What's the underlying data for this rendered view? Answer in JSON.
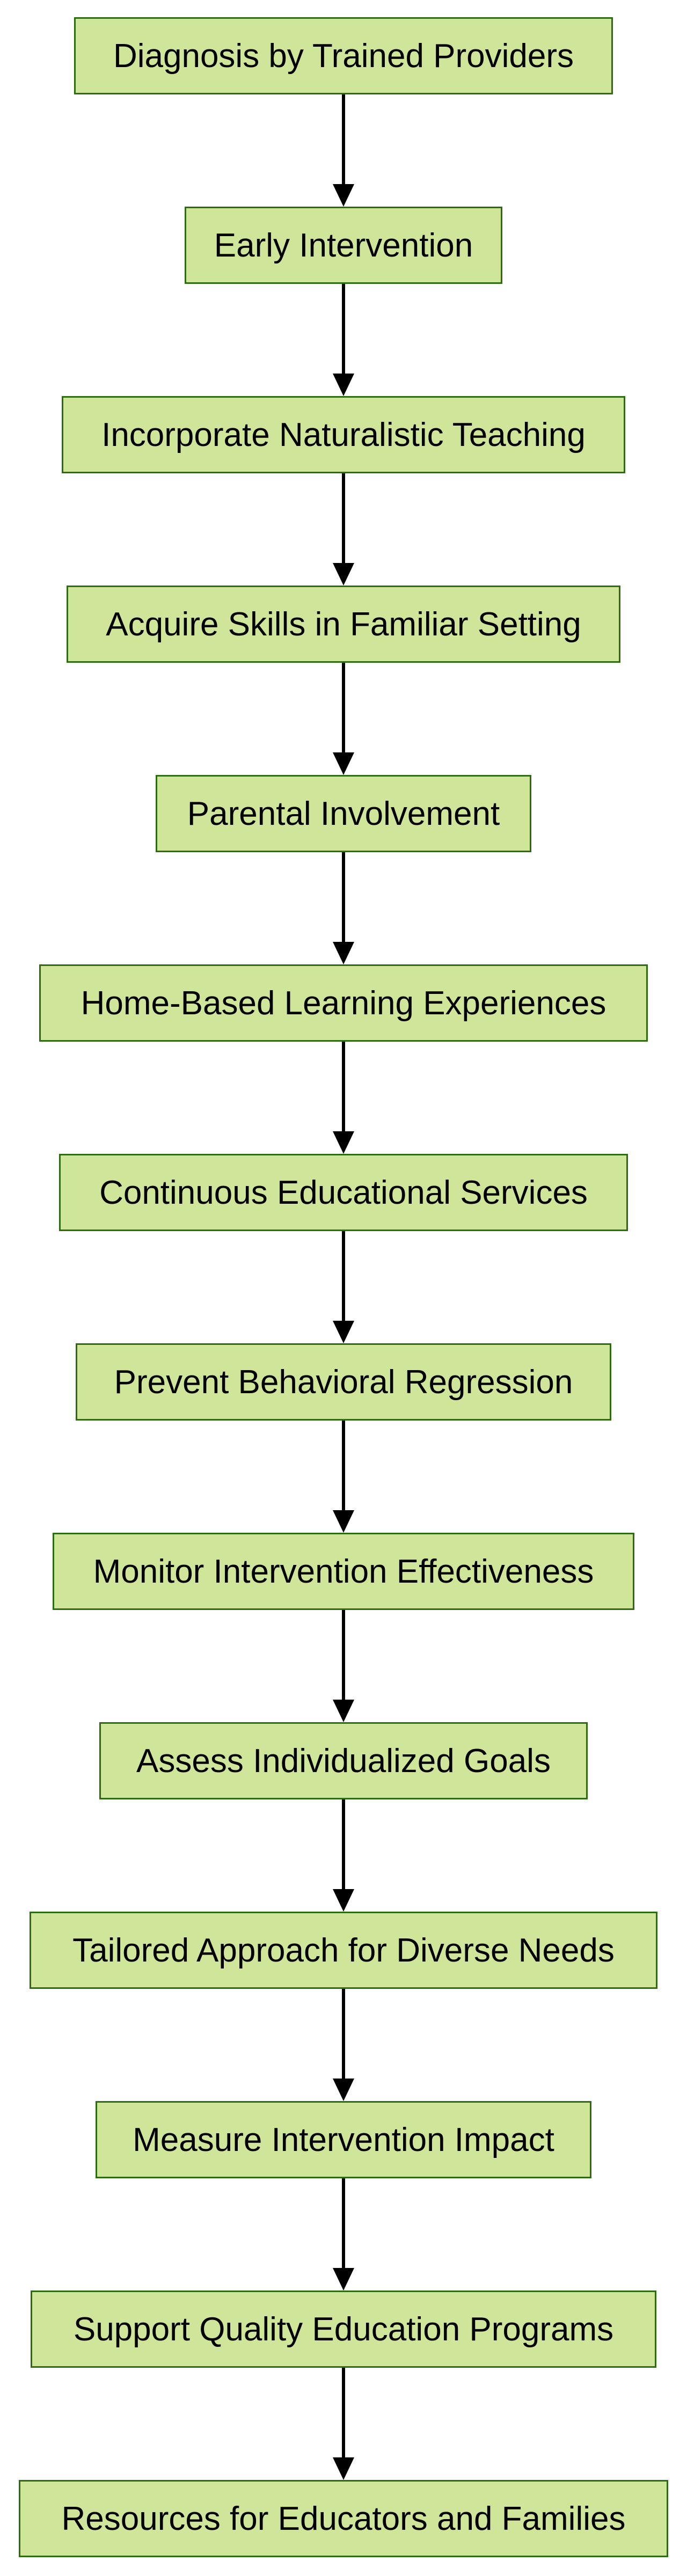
{
  "colors": {
    "node_fill": "#cfe59a",
    "node_border": "#2e6b12",
    "edge": "#000000"
  },
  "nodes": [
    {
      "id": "diagnosis",
      "label": "Diagnosis by Trained Providers"
    },
    {
      "id": "early-intervention",
      "label": "Early Intervention"
    },
    {
      "id": "naturalistic-teaching",
      "label": "Incorporate Naturalistic Teaching"
    },
    {
      "id": "acquire-skills",
      "label": "Acquire Skills in Familiar Setting"
    },
    {
      "id": "parental-involvement",
      "label": "Parental Involvement"
    },
    {
      "id": "home-based-learning",
      "label": "Home-Based Learning Experiences"
    },
    {
      "id": "continuous-services",
      "label": "Continuous Educational Services"
    },
    {
      "id": "prevent-regression",
      "label": "Prevent Behavioral Regression"
    },
    {
      "id": "monitor-effectiveness",
      "label": "Monitor Intervention Effectiveness"
    },
    {
      "id": "assess-goals",
      "label": "Assess Individualized Goals"
    },
    {
      "id": "tailored-approach",
      "label": "Tailored Approach for Diverse Needs"
    },
    {
      "id": "measure-impact",
      "label": "Measure Intervention Impact"
    },
    {
      "id": "support-programs",
      "label": "Support Quality Education Programs"
    },
    {
      "id": "resources",
      "label": "Resources for Educators and Families"
    }
  ],
  "edges": [
    {
      "from": "diagnosis",
      "to": "early-intervention"
    },
    {
      "from": "early-intervention",
      "to": "naturalistic-teaching"
    },
    {
      "from": "naturalistic-teaching",
      "to": "acquire-skills"
    },
    {
      "from": "acquire-skills",
      "to": "parental-involvement"
    },
    {
      "from": "parental-involvement",
      "to": "home-based-learning"
    },
    {
      "from": "home-based-learning",
      "to": "continuous-services"
    },
    {
      "from": "continuous-services",
      "to": "prevent-regression"
    },
    {
      "from": "prevent-regression",
      "to": "monitor-effectiveness"
    },
    {
      "from": "monitor-effectiveness",
      "to": "assess-goals"
    },
    {
      "from": "assess-goals",
      "to": "tailored-approach"
    },
    {
      "from": "tailored-approach",
      "to": "measure-impact"
    },
    {
      "from": "measure-impact",
      "to": "support-programs"
    },
    {
      "from": "support-programs",
      "to": "resources"
    }
  ]
}
